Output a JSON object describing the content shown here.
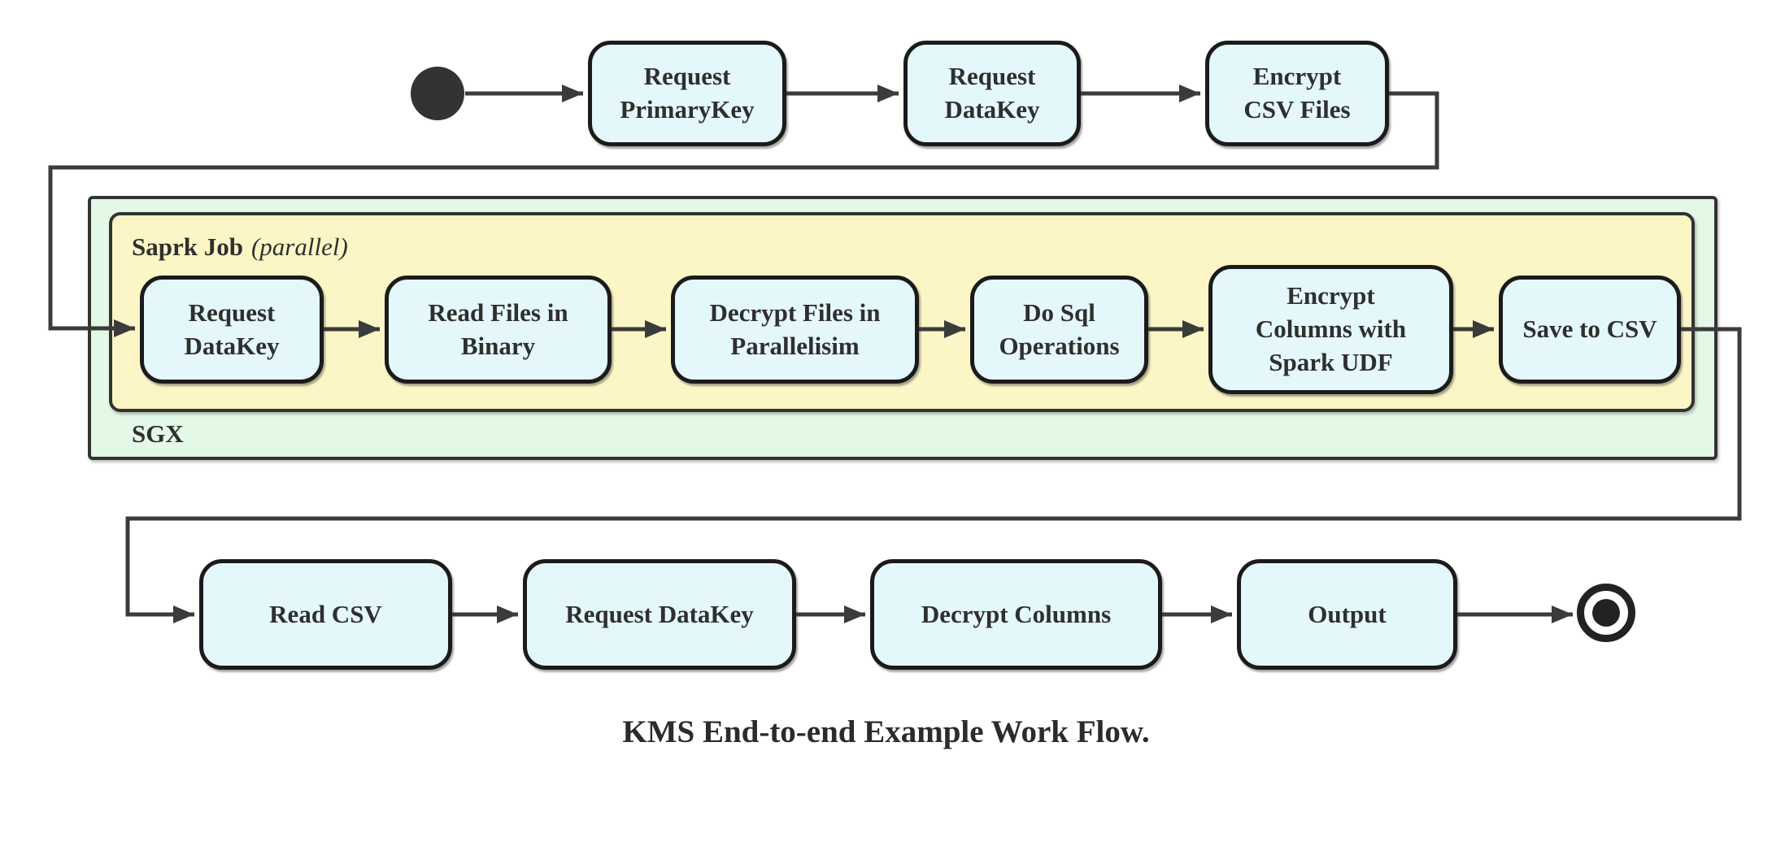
{
  "caption": "KMS End-to-end Example Work Flow.",
  "containers": {
    "sgx": {
      "label": "SGX"
    },
    "spark": {
      "label": "Saprk Job",
      "mode_label": "(parallel)"
    }
  },
  "top_row": [
    {
      "label": "Request\nPrimaryKey"
    },
    {
      "label": "Request\nDataKey"
    },
    {
      "label": "Encrypt\nCSV Files"
    }
  ],
  "spark_row": [
    {
      "label": "Request\nDataKey"
    },
    {
      "label": "Read Files in\nBinary"
    },
    {
      "label": "Decrypt Files in\nParallelisim"
    },
    {
      "label": "Do Sql\nOperations"
    },
    {
      "label": "Encrypt\nColumns with\nSpark UDF"
    },
    {
      "label": "Save to CSV"
    }
  ],
  "bottom_row": [
    {
      "label": "Read CSV"
    },
    {
      "label": "Request DataKey"
    },
    {
      "label": "Decrypt Columns"
    },
    {
      "label": "Output"
    }
  ],
  "terminators": {
    "start": "initial-state",
    "end": "final-state"
  },
  "colors": {
    "node_fill": "#e4f7fb",
    "node_border": "#1b1b1b",
    "spark_container_fill": "#fcf6c6",
    "sgx_container_fill": "#e3f8e5",
    "container_border": "#333333",
    "edge": "#3b3b3b",
    "text": "#2f2f2f",
    "start_fill": "#333333"
  }
}
